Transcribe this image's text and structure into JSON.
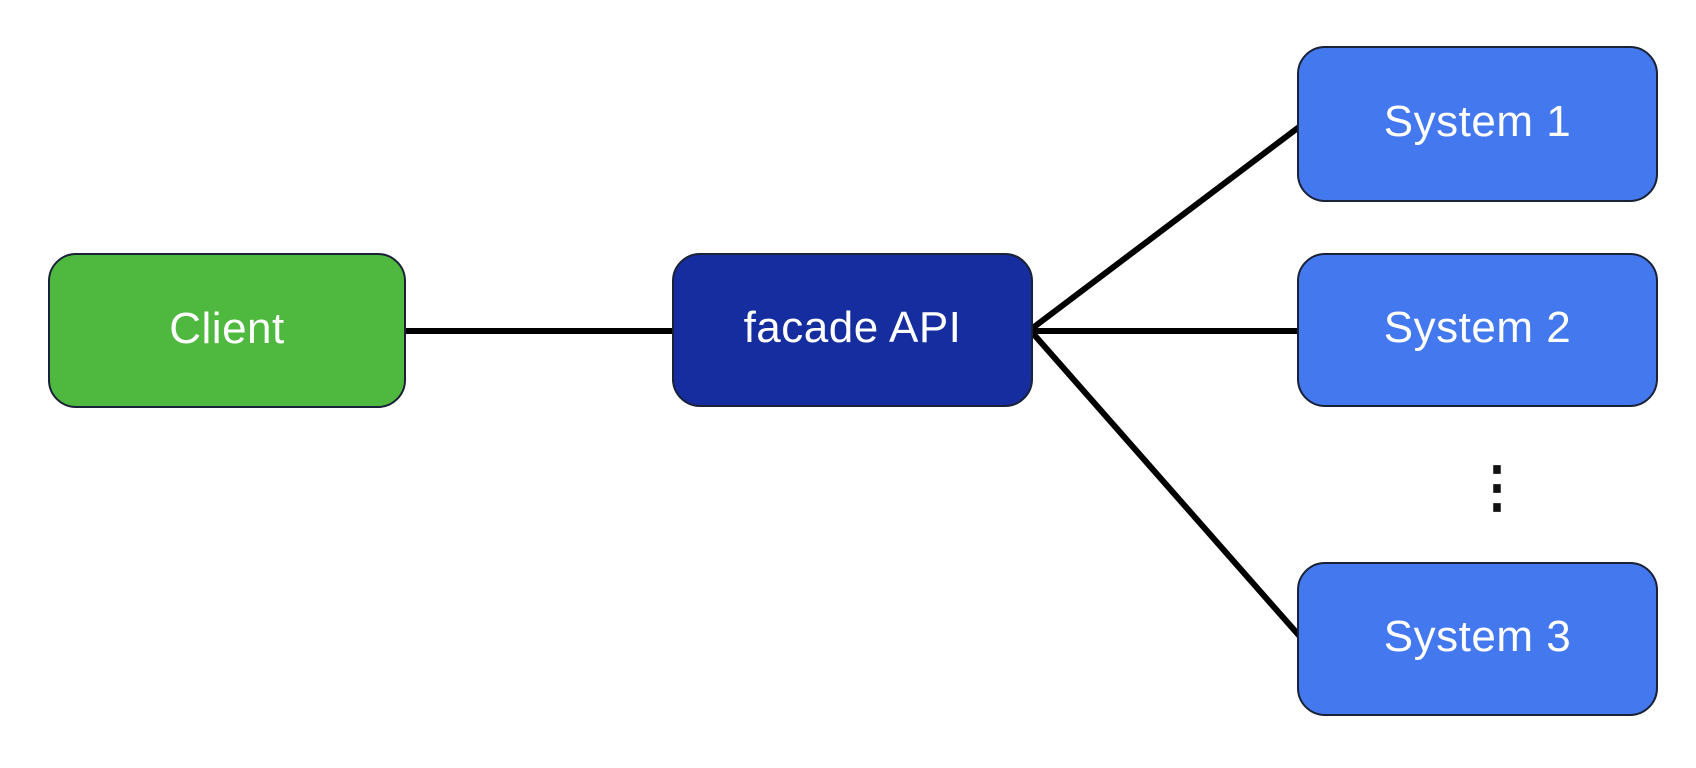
{
  "nodes": {
    "client": {
      "label": "Client"
    },
    "facade": {
      "label": "facade API"
    },
    "system1": {
      "label": "System 1"
    },
    "system2": {
      "label": "System 2"
    },
    "system3": {
      "label": "System 3"
    }
  },
  "edges": [
    {
      "from": "client",
      "to": "facade"
    },
    {
      "from": "facade",
      "to": "system1"
    },
    {
      "from": "facade",
      "to": "system2"
    },
    {
      "from": "facade",
      "to": "system3"
    }
  ],
  "ellipsis": {
    "glyph": "⋮"
  },
  "colors": {
    "background": "#FFFFFF",
    "client_fill": "#4FB83E",
    "facade_fill": "#152D9E",
    "system_fill": "#4478EE",
    "node_border": "#1A2238",
    "edge": "#000000",
    "label_text": "#FFFFFF",
    "ellipsis_color": "#111111"
  }
}
